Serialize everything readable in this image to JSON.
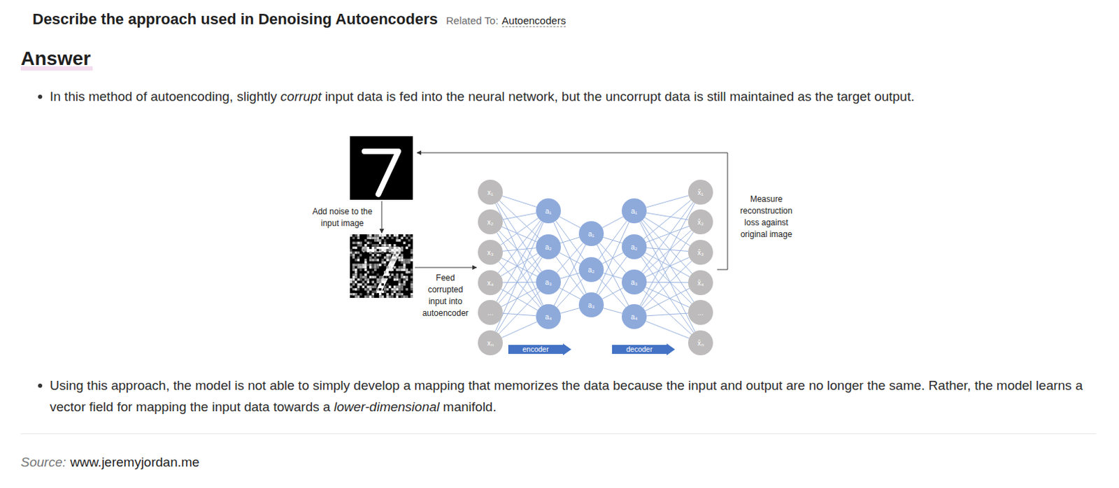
{
  "diagram": {
    "title": "Describe the approach used in Denoising Autoencoders",
    "nodes": [
      {
        "text": [
          "x₁"
        ]
      },
      {
        "text": [
          "x₂"
        ]
      },
      {
        "text": [
          "x₃"
        ]
      },
      {
        "text": [
          "x₄"
        ]
      },
      {
        "text": [
          "..."
        ]
      },
      {
        "text": [
          "xₙ"
        ]
      },
      {
        "text": [
          "a₁"
        ]
      },
      {
        "text": [
          "a₂"
        ]
      },
      {
        "text": [
          "a₃"
        ]
      },
      {
        "text": [
          "a₄"
        ]
      },
      {
        "text": [
          "a₁"
        ]
      },
      {
        "text": [
          "a₂"
        ]
      },
      {
        "text": [
          "a₃"
        ]
      },
      {
        "text": [
          "a₁"
        ]
      },
      {
        "text": [
          "a₂"
        ]
      },
      {
        "text": [
          "a₃"
        ]
      },
      {
        "text": [
          "a₄"
        ]
      },
      {
        "text": [
          "x̂₁"
        ]
      },
      {
        "text": [
          "x̂₂"
        ]
      },
      {
        "text": [
          "x̂₃"
        ]
      },
      {
        "text": [
          "x̂₄"
        ]
      },
      {
        "text": [
          "..."
        ]
      },
      {
        "text": [
          "x̂ₙ"
        ]
      },
      {
        "text": [
          "encoder"
        ]
      },
      {
        "text": [
          "decoder"
        ]
      }
    ],
    "edges": [
      {
        "from": 0,
        "to": 6,
        "arrow": "none"
      },
      {
        "from": 0,
        "to": 7,
        "arrow": "none"
      },
      {
        "from": 0,
        "to": 8,
        "arrow": "none"
      },
      {
        "from": 0,
        "to": 9,
        "arrow": "none"
      },
      {
        "from": 1,
        "to": 6,
        "arrow": "none"
      },
      {
        "from": 1,
        "to": 7,
        "arrow": "none"
      },
      {
        "from": 1,
        "to": 8,
        "arrow": "none"
      },
      {
        "from": 1,
        "to": 9,
        "arrow": "none"
      },
      {
        "from": 2,
        "to": 6,
        "arrow": "none"
      },
      {
        "from": 2,
        "to": 7,
        "arrow": "none"
      },
      {
        "from": 2,
        "to": 8,
        "arrow": "none"
      },
      {
        "from": 2,
        "to": 9,
        "arrow": "none"
      },
      {
        "from": 3,
        "to": 6,
        "arrow": "none"
      },
      {
        "from": 3,
        "to": 7,
        "arrow": "none"
      },
      {
        "from": 3,
        "to": 8,
        "arrow": "none"
      },
      {
        "from": 3,
        "to": 9,
        "arrow": "none"
      },
      {
        "from": 4,
        "to": 6,
        "arrow": "none"
      },
      {
        "from": 4,
        "to": 7,
        "arrow": "none"
      },
      {
        "from": 4,
        "to": 8,
        "arrow": "none"
      },
      {
        "from": 4,
        "to": 9,
        "arrow": "none"
      },
      {
        "from": 5,
        "to": 6,
        "arrow": "none"
      },
      {
        "from": 5,
        "to": 7,
        "arrow": "none"
      },
      {
        "from": 5,
        "to": 8,
        "arrow": "none"
      },
      {
        "from": 5,
        "to": 9,
        "arrow": "none"
      },
      {
        "from": 6,
        "to": 10,
        "arrow": "none"
      },
      {
        "from": 6,
        "to": 11,
        "arrow": "none"
      },
      {
        "from": 6,
        "to": 12,
        "arrow": "none"
      },
      {
        "from": 7,
        "to": 10,
        "arrow": "none"
      },
      {
        "from": 7,
        "to": 11,
        "arrow": "none"
      },
      {
        "from": 7,
        "to": 12,
        "arrow": "none"
      },
      {
        "from": 8,
        "to": 10,
        "arrow": "none"
      },
      {
        "from": 8,
        "to": 11,
        "arrow": "none"
      },
      {
        "from": 8,
        "to": 12,
        "arrow": "none"
      },
      {
        "from": 9,
        "to": 10,
        "arrow": "none"
      },
      {
        "from": 9,
        "to": 11,
        "arrow": "none"
      },
      {
        "from": 9,
        "to": 12,
        "arrow": "none"
      },
      {
        "from": 10,
        "to": 13,
        "arrow": "none"
      },
      {
        "from": 10,
        "to": 14,
        "arrow": "none"
      },
      {
        "from": 10,
        "to": 15,
        "arrow": "none"
      },
      {
        "from": 10,
        "to": 16,
        "arrow": "none"
      },
      {
        "from": 11,
        "to": 13,
        "arrow": "none"
      },
      {
        "from": 11,
        "to": 14,
        "arrow": "none"
      },
      {
        "from": 11,
        "to": 15,
        "arrow": "none"
      },
      {
        "from": 11,
        "to": 16,
        "arrow": "none"
      },
      {
        "from": 12,
        "to": 13,
        "arrow": "none"
      },
      {
        "from": 12,
        "to": 14,
        "arrow": "none"
      },
      {
        "from": 12,
        "to": 15,
        "arrow": "none"
      },
      {
        "from": 12,
        "to": 16,
        "arrow": "none"
      },
      {
        "from": 13,
        "to": 17,
        "arrow": "none"
      },
      {
        "from": 13,
        "to": 18,
        "arrow": "none"
      },
      {
        "from": 13,
        "to": 19,
        "arrow": "none"
      },
      {
        "from": 13,
        "to": 20,
        "arrow": "none"
      },
      {
        "from": 13,
        "to": 21,
        "arrow": "none"
      },
      {
        "from": 13,
        "to": 22,
        "arrow": "none"
      },
      {
        "from": 14,
        "to": 17,
        "arrow": "none"
      },
      {
        "from": 14,
        "to": 18,
        "arrow": "none"
      },
      {
        "from": 14,
        "to": 19,
        "arrow": "none"
      },
      {
        "from": 14,
        "to": 20,
        "arrow": "none"
      },
      {
        "from": 14,
        "to": 21,
        "arrow": "none"
      },
      {
        "from": 14,
        "to": 22,
        "arrow": "none"
      },
      {
        "from": 15,
        "to": 17,
        "arrow": "none"
      },
      {
        "from": 15,
        "to": 18,
        "arrow": "none"
      },
      {
        "from": 15,
        "to": 19,
        "arrow": "none"
      },
      {
        "from": 15,
        "to": 20,
        "arrow": "none"
      },
      {
        "from": 15,
        "to": 21,
        "arrow": "none"
      },
      {
        "from": 15,
        "to": 22,
        "arrow": "none"
      },
      {
        "from": 16,
        "to": 17,
        "arrow": "none"
      },
      {
        "from": 16,
        "to": 18,
        "arrow": "none"
      },
      {
        "from": 16,
        "to": 19,
        "arrow": "none"
      },
      {
        "from": 16,
        "to": 20,
        "arrow": "none"
      },
      {
        "from": 16,
        "to": 21,
        "arrow": "none"
      },
      {
        "from": 16,
        "to": 22,
        "arrow": "none"
      }
    ],
    "labels": [
      "Related To:",
      "Autoencoders",
      "Answer",
      "In this method of autoencoding, slightly",
      "corrupt",
      "input data is fed into the neural network, but the uncorrupt data is still maintained as the target output.",
      "Add noise to the input image",
      "Feed corrupted input into autoencoder",
      "Measure reconstruction loss against original image",
      "Using this approach, the model is not able to simply develop a mapping that memorizes the data because the input and output are no longer the same. Rather, the model learns a vector field for mapping the input data towards a",
      "lower-dimensional",
      "manifold.",
      "Source:",
      "www.jeremyjordan.me"
    ]
  }
}
